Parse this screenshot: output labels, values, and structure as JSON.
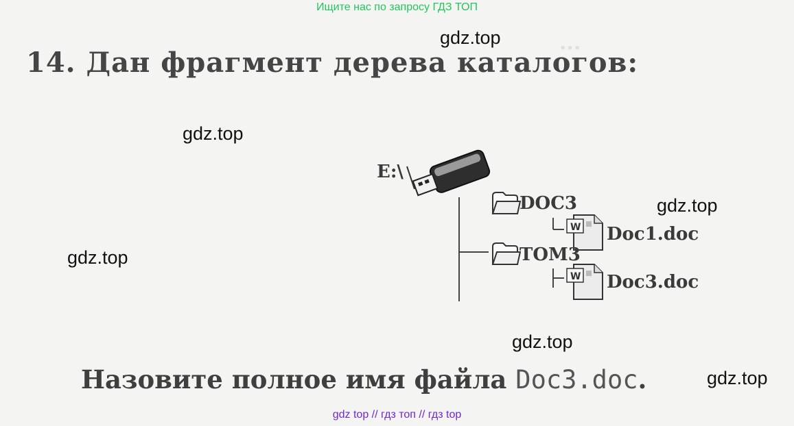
{
  "top_link": "Ищите нас по запросу ГДЗ ТОП",
  "title": "14. Дан фрагмент дерева каталогов:",
  "watermarks": [
    "gdz.top",
    "gdz.top",
    "gdz.top",
    "gdz.top",
    "gdz.top",
    "gdz.top"
  ],
  "tree": {
    "root": "E:\\",
    "folder1": "DOC3",
    "file1": "Doc1.doc",
    "folder2": "TOM3",
    "file2": "Doc3.doc"
  },
  "question": {
    "prefix": "Назовите полное имя файла",
    "filename": "Doc3.doc",
    "suffix": "."
  },
  "bottom_links": [
    "gdz top",
    "гдз топ",
    "гдз top"
  ],
  "separator": "//"
}
